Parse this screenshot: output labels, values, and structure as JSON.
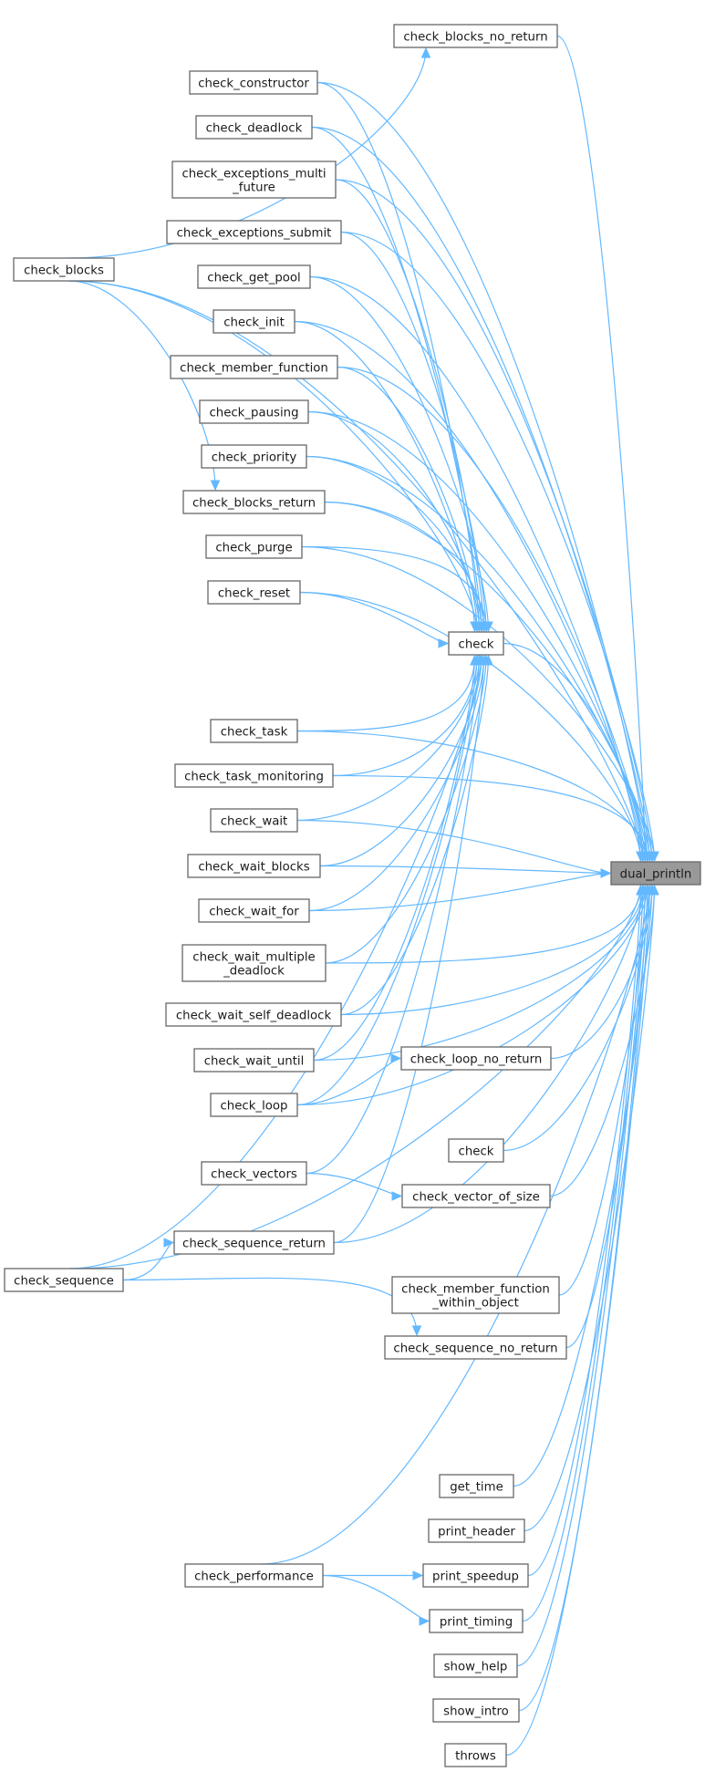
{
  "diagram": {
    "type": "call-graph",
    "direction": "left-to-right",
    "focus_node": "dual_println",
    "colors": {
      "edge": "#63b8ff",
      "node_border": "#666666",
      "focus_fill": "#999999",
      "node_fill": "#ffffff"
    },
    "nodes": [
      {
        "id": "dual_println",
        "label": [
          "dual_println"
        ]
      },
      {
        "id": "check_main",
        "label": [
          "check"
        ]
      },
      {
        "id": "check_blocks_no_return",
        "label": [
          "check_blocks_no_return"
        ]
      },
      {
        "id": "check_constructor",
        "label": [
          "check_constructor"
        ]
      },
      {
        "id": "check_deadlock",
        "label": [
          "check_deadlock"
        ]
      },
      {
        "id": "check_exceptions_multi_future",
        "label": [
          "check_exceptions_multi",
          "_future"
        ]
      },
      {
        "id": "check_exceptions_submit",
        "label": [
          "check_exceptions_submit"
        ]
      },
      {
        "id": "check_blocks",
        "label": [
          "check_blocks"
        ]
      },
      {
        "id": "check_get_pool",
        "label": [
          "check_get_pool"
        ]
      },
      {
        "id": "check_init",
        "label": [
          "check_init"
        ]
      },
      {
        "id": "check_member_function",
        "label": [
          "check_member_function"
        ]
      },
      {
        "id": "check_pausing",
        "label": [
          "check_pausing"
        ]
      },
      {
        "id": "check_priority",
        "label": [
          "check_priority"
        ]
      },
      {
        "id": "check_blocks_return",
        "label": [
          "check_blocks_return"
        ]
      },
      {
        "id": "check_purge",
        "label": [
          "check_purge"
        ]
      },
      {
        "id": "check_reset",
        "label": [
          "check_reset"
        ]
      },
      {
        "id": "check_task",
        "label": [
          "check_task"
        ]
      },
      {
        "id": "check_task_monitoring",
        "label": [
          "check_task_monitoring"
        ]
      },
      {
        "id": "check_wait",
        "label": [
          "check_wait"
        ]
      },
      {
        "id": "check_wait_blocks",
        "label": [
          "check_wait_blocks"
        ]
      },
      {
        "id": "check_wait_for",
        "label": [
          "check_wait_for"
        ]
      },
      {
        "id": "check_wait_multiple_deadlock",
        "label": [
          "check_wait_multiple",
          "_deadlock"
        ]
      },
      {
        "id": "check_wait_self_deadlock",
        "label": [
          "check_wait_self_deadlock"
        ]
      },
      {
        "id": "check_wait_until",
        "label": [
          "check_wait_until"
        ]
      },
      {
        "id": "check_loop_no_return",
        "label": [
          "check_loop_no_return"
        ]
      },
      {
        "id": "check_loop",
        "label": [
          "check_loop"
        ]
      },
      {
        "id": "check_other",
        "label": [
          "check"
        ]
      },
      {
        "id": "check_vectors",
        "label": [
          "check_vectors"
        ]
      },
      {
        "id": "check_vector_of_size",
        "label": [
          "check_vector_of_size"
        ]
      },
      {
        "id": "check_sequence_return",
        "label": [
          "check_sequence_return"
        ]
      },
      {
        "id": "check_sequence",
        "label": [
          "check_sequence"
        ]
      },
      {
        "id": "check_member_function_within_object",
        "label": [
          "check_member_function",
          "_within_object"
        ]
      },
      {
        "id": "check_sequence_no_return",
        "label": [
          "check_sequence_no_return"
        ]
      },
      {
        "id": "get_time",
        "label": [
          "get_time"
        ]
      },
      {
        "id": "print_header",
        "label": [
          "print_header"
        ]
      },
      {
        "id": "check_performance",
        "label": [
          "check_performance"
        ]
      },
      {
        "id": "print_speedup",
        "label": [
          "print_speedup"
        ]
      },
      {
        "id": "print_timing",
        "label": [
          "print_timing"
        ]
      },
      {
        "id": "show_help",
        "label": [
          "show_help"
        ]
      },
      {
        "id": "show_intro",
        "label": [
          "show_intro"
        ]
      },
      {
        "id": "throws",
        "label": [
          "throws"
        ]
      }
    ],
    "edges": [
      [
        "check_blocks",
        "check_blocks_no_return"
      ],
      [
        "check_blocks",
        "check_blocks_return"
      ],
      [
        "check_blocks",
        "check_main"
      ],
      [
        "check_blocks",
        "dual_println"
      ],
      [
        "check_blocks_no_return",
        "dual_println"
      ],
      [
        "check_constructor",
        "check_main"
      ],
      [
        "check_constructor",
        "dual_println"
      ],
      [
        "check_deadlock",
        "check_main"
      ],
      [
        "check_deadlock",
        "dual_println"
      ],
      [
        "check_exceptions_multi_future",
        "check_main"
      ],
      [
        "check_exceptions_multi_future",
        "dual_println"
      ],
      [
        "check_exceptions_submit",
        "check_main"
      ],
      [
        "check_exceptions_submit",
        "dual_println"
      ],
      [
        "check_get_pool",
        "check_main"
      ],
      [
        "check_get_pool",
        "dual_println"
      ],
      [
        "check_init",
        "check_main"
      ],
      [
        "check_init",
        "dual_println"
      ],
      [
        "check_member_function",
        "check_main"
      ],
      [
        "check_member_function",
        "dual_println"
      ],
      [
        "check_pausing",
        "check_main"
      ],
      [
        "check_pausing",
        "dual_println"
      ],
      [
        "check_priority",
        "check_main"
      ],
      [
        "check_priority",
        "dual_println"
      ],
      [
        "check_blocks_return",
        "check_main"
      ],
      [
        "check_blocks_return",
        "dual_println"
      ],
      [
        "check_purge",
        "check_main"
      ],
      [
        "check_purge",
        "dual_println"
      ],
      [
        "check_reset",
        "check_main"
      ],
      [
        "check_reset",
        "dual_println"
      ],
      [
        "check_main",
        "dual_println"
      ],
      [
        "check_task",
        "check_main"
      ],
      [
        "check_task",
        "dual_println"
      ],
      [
        "check_task_monitoring",
        "check_main"
      ],
      [
        "check_task_monitoring",
        "dual_println"
      ],
      [
        "check_wait",
        "check_main"
      ],
      [
        "check_wait",
        "dual_println"
      ],
      [
        "check_wait_blocks",
        "check_main"
      ],
      [
        "check_wait_blocks",
        "dual_println"
      ],
      [
        "check_wait_for",
        "check_main"
      ],
      [
        "check_wait_for",
        "dual_println"
      ],
      [
        "check_wait_multiple_deadlock",
        "check_main"
      ],
      [
        "check_wait_multiple_deadlock",
        "dual_println"
      ],
      [
        "check_wait_self_deadlock",
        "check_main"
      ],
      [
        "check_wait_self_deadlock",
        "dual_println"
      ],
      [
        "check_wait_until",
        "check_main"
      ],
      [
        "check_wait_until",
        "dual_println"
      ],
      [
        "check_loop",
        "check_main"
      ],
      [
        "check_loop",
        "check_loop_no_return"
      ],
      [
        "check_loop",
        "dual_println"
      ],
      [
        "check_loop_no_return",
        "dual_println"
      ],
      [
        "check_other",
        "dual_println"
      ],
      [
        "check_vectors",
        "check_main"
      ],
      [
        "check_vectors",
        "check_vector_of_size"
      ],
      [
        "check_vector_of_size",
        "dual_println"
      ],
      [
        "check_sequence",
        "check_main"
      ],
      [
        "check_sequence",
        "check_sequence_return"
      ],
      [
        "check_sequence",
        "check_sequence_no_return"
      ],
      [
        "check_sequence",
        "dual_println"
      ],
      [
        "check_sequence_return",
        "check_main"
      ],
      [
        "check_sequence_return",
        "dual_println"
      ],
      [
        "check_member_function_within_object",
        "dual_println"
      ],
      [
        "check_sequence_no_return",
        "dual_println"
      ],
      [
        "check_performance",
        "dual_println"
      ],
      [
        "check_performance",
        "print_speedup"
      ],
      [
        "check_performance",
        "print_timing"
      ],
      [
        "get_time",
        "dual_println"
      ],
      [
        "print_header",
        "dual_println"
      ],
      [
        "print_speedup",
        "dual_println"
      ],
      [
        "print_timing",
        "dual_println"
      ],
      [
        "show_help",
        "dual_println"
      ],
      [
        "show_intro",
        "dual_println"
      ],
      [
        "throws",
        "dual_println"
      ]
    ]
  }
}
